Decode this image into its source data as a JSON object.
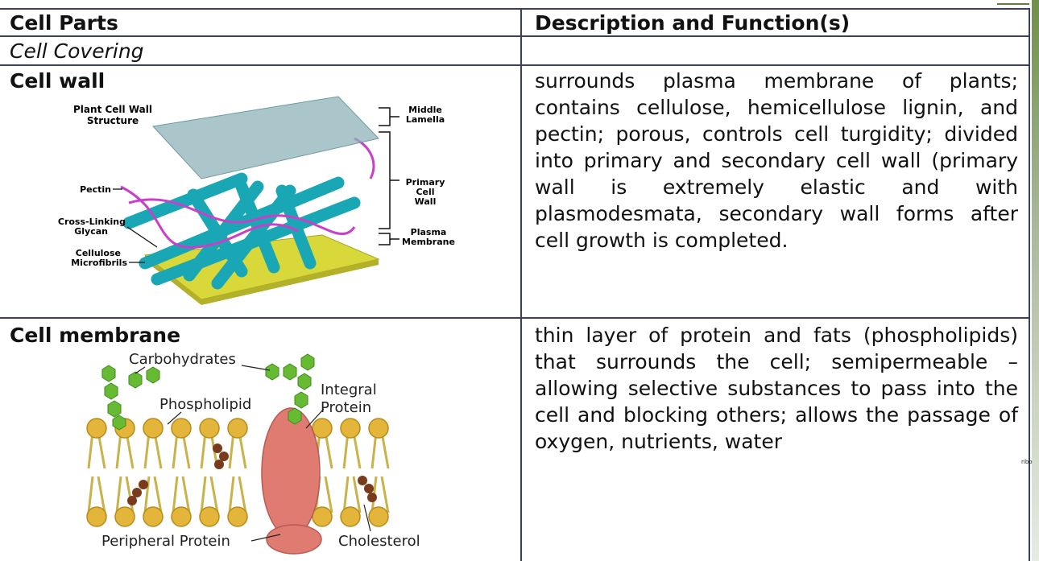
{
  "table": {
    "headers": {
      "parts": "Cell Parts",
      "description": "Description and Function(s)"
    },
    "section": "Cell Covering",
    "rows": [
      {
        "part": "Cell wall",
        "description": "surrounds plasma membrane of plants; contains cellulose, hemicellulose lignin, and pectin; porous, controls cell turgidity; divided into primary and secondary cell wall (primary wall is extremely elastic and with plasmodesmata, secondary wall forms after cell growth is completed.",
        "figure": {
          "title_line1": "Plant Cell Wall",
          "title_line2": "Structure",
          "labels": {
            "pectin": "Pectin",
            "crosslink1": "Cross-Linking",
            "crosslink2": "Glycan",
            "cellulose1": "Cellulose",
            "cellulose2": "Microfibrils",
            "middle1": "Middle",
            "middle2": "Lamella",
            "primary1": "Primary",
            "primary2": "Cell",
            "primary3": "Wall",
            "plasma1": "Plasma",
            "plasma2": "Membrane"
          }
        }
      },
      {
        "part": "Cell membrane",
        "description": "thin layer of protein and fats (phospholipids) that surrounds the cell; semipermeable – allowing selective substances to pass into the cell and blocking others; allows the passage of oxygen, nutrients, water",
        "figure": {
          "labels": {
            "carbohydrates": "Carbohydrates",
            "integral1": "Integral",
            "integral2": "Protein",
            "phospholipid": "Phospholipid",
            "peripheral": "Peripheral Protein",
            "cholesterol": "Cholesterol"
          }
        }
      }
    ]
  },
  "side_note": "ribo",
  "colors": {
    "grid": "#3b3f57",
    "cellulose": "#1aa7b5",
    "pectin": "#c83fc8",
    "lamella": "#8fb3b8",
    "membrane_head": "#e3b53a",
    "protein": "#e07b72",
    "carbohydrate": "#66bb33",
    "cholesterol": "#7a3b1c"
  }
}
